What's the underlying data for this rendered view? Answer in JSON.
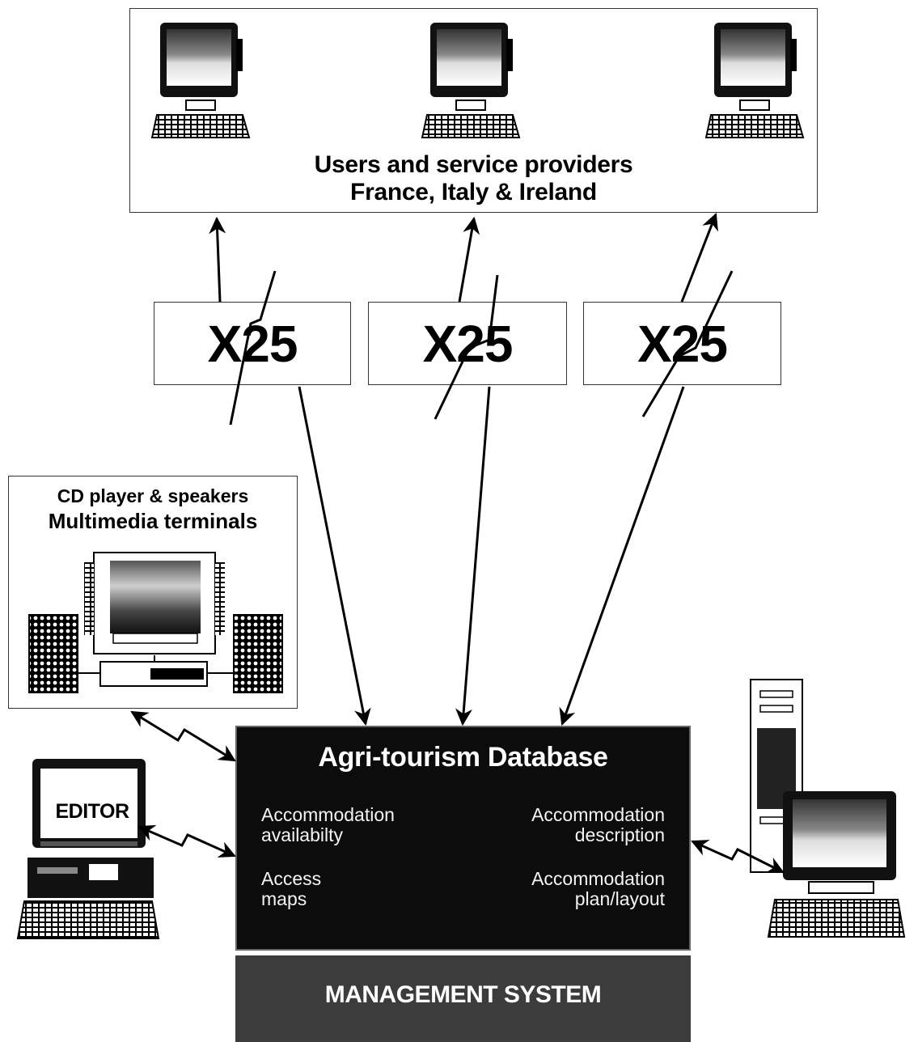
{
  "users_box": {
    "line1": "Users and service providers",
    "line2": "France, Italy & Ireland"
  },
  "x25_labels": [
    "X25",
    "X25",
    "X25"
  ],
  "multimedia_box": {
    "line1": "CD player & speakers",
    "line2": "Multimedia terminals"
  },
  "editor_label": "EDITOR",
  "database": {
    "title": "Agri-tourism Database",
    "left_items": [
      {
        "line1": "Accommodation",
        "line2": "availabilty"
      },
      {
        "line1": "Access",
        "line2": "maps"
      }
    ],
    "right_items": [
      {
        "line1": "Accommodation",
        "line2": "description"
      },
      {
        "line1": "Accommodation",
        "line2": "plan/layout"
      }
    ]
  },
  "management_system": "MANAGEMENT SYSTEM",
  "icons": [
    "computer-terminal-icon",
    "multimedia-terminal-icon",
    "speaker-icon",
    "tower-pc-icon",
    "editor-pc-icon",
    "bidirectional-lightning-arrow-icon"
  ]
}
